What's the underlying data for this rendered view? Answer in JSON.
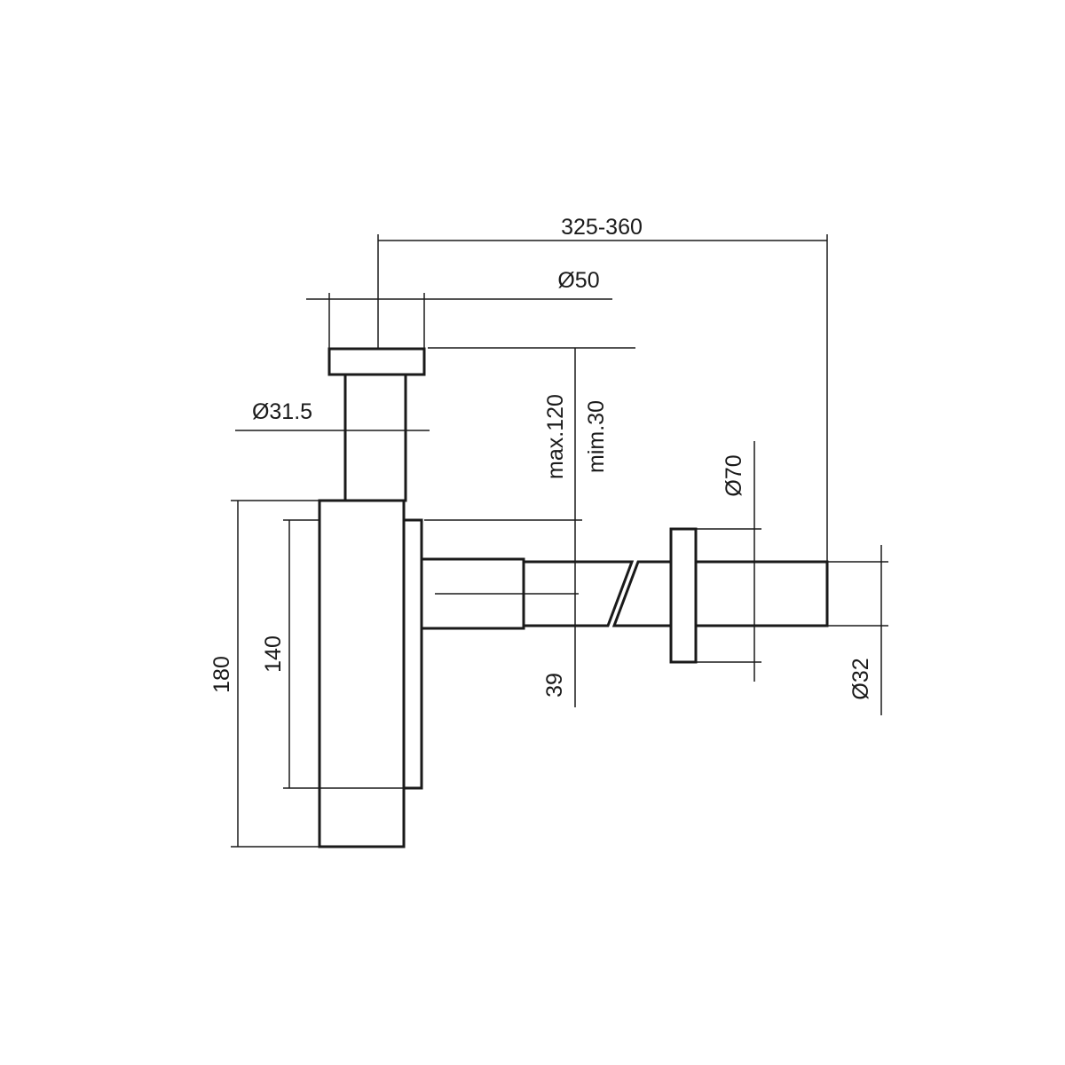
{
  "dimensions": {
    "overall_length": "325-360",
    "top_diameter": "Ø50",
    "tube_diameter": "Ø31.5",
    "height_max": "max.120",
    "height_min": "mim.30",
    "flange_diameter": "Ø70",
    "total_height": "180",
    "body_height": "140",
    "outlet_offset": "39",
    "outlet_diameter": "Ø32"
  },
  "colors": {
    "line": "#1a1a1a",
    "background": "#ffffff"
  }
}
